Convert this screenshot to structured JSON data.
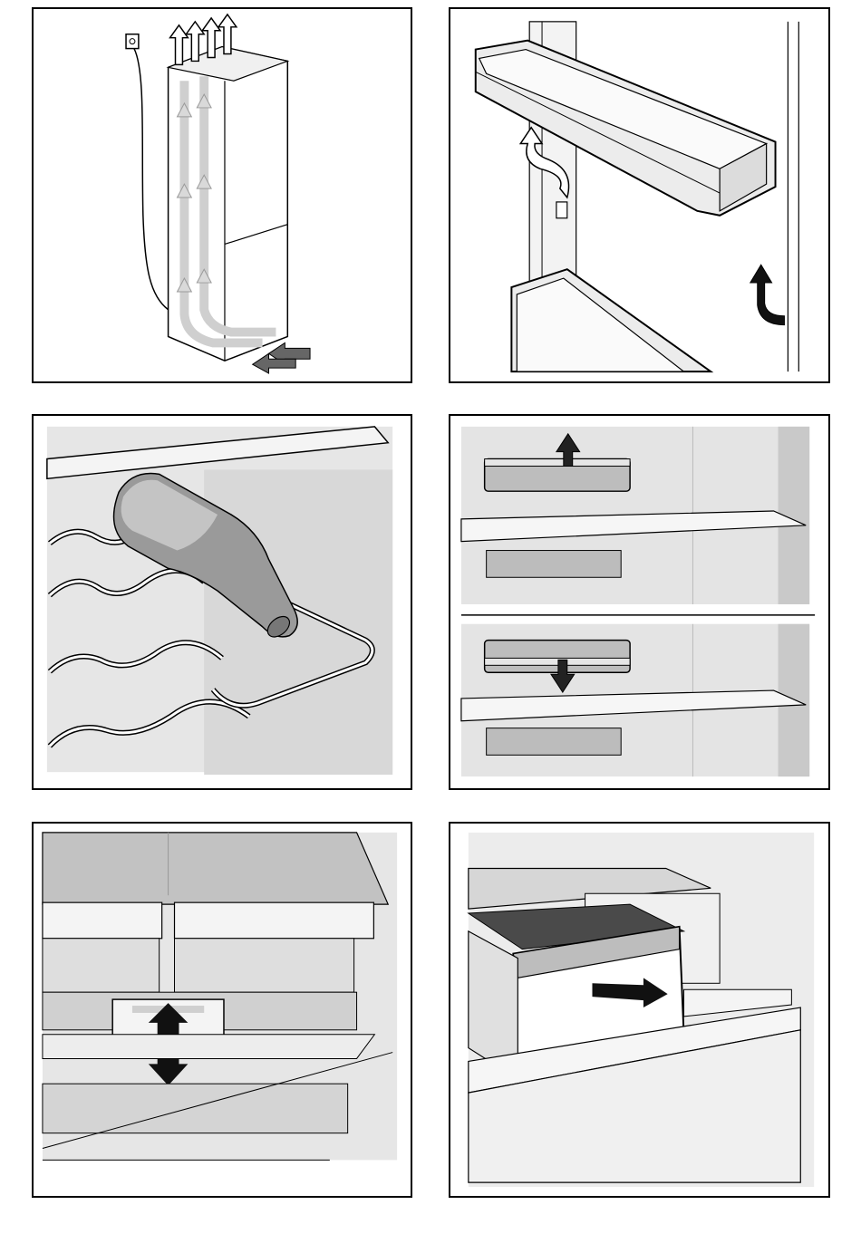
{
  "panels": [
    {
      "illustration": "fridge-ventilation"
    },
    {
      "illustration": "door-shelf-removal"
    },
    {
      "illustration": "bottle-rack"
    },
    {
      "illustration": "shelf-divider-up-down"
    },
    {
      "illustration": "adjustable-divider-slider"
    },
    {
      "illustration": "drawer-pull-out"
    }
  ],
  "colors": {
    "line": "#000000",
    "light": "#e4e4e4",
    "mid": "#c8c8c8",
    "dark": "#8a8a8a",
    "arrow": "#1a1a1a"
  }
}
